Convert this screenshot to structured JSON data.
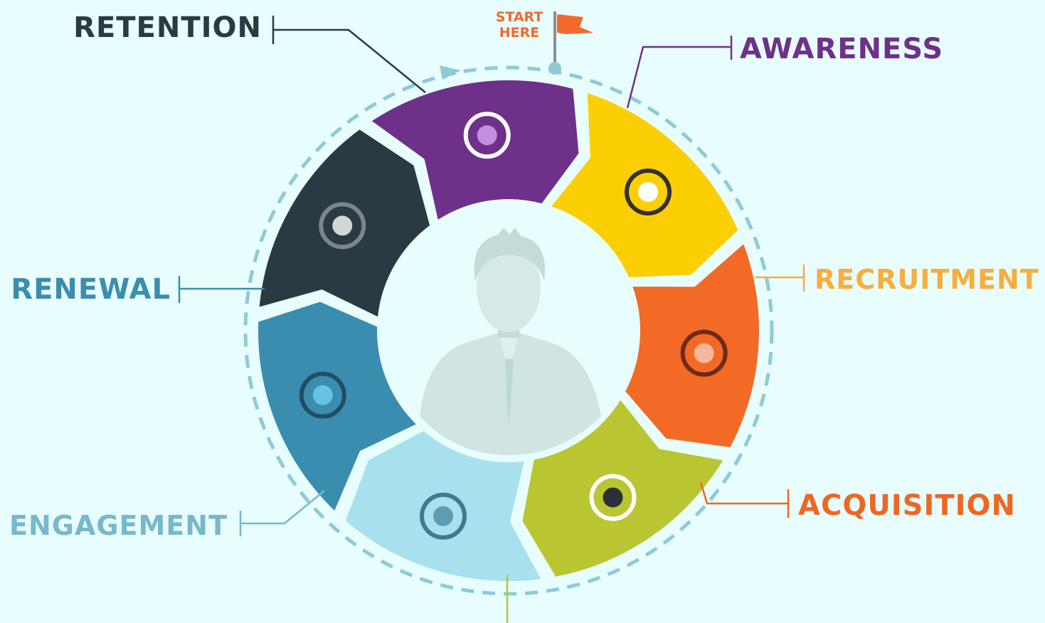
{
  "start": {
    "line1": "START",
    "line2": "HERE",
    "color": "#f26a2b"
  },
  "center_figure": {
    "icon": "businessman-avatar-icon",
    "color": "#cfe4e3"
  },
  "cycle_ring": {
    "color": "#8fcad8",
    "direction": "clockwise"
  },
  "stages": [
    {
      "label": "AWARENESS",
      "color": "#6e318a",
      "label_color": "#6e318a",
      "icon": "eye-icon",
      "icon_colors": {
        "primary": "#ffffff",
        "accent": "#c58fe0"
      }
    },
    {
      "label": "RECRUITMENT",
      "color": "#fccf04",
      "label_color": "#f8ad3e",
      "icon": "magnifier-person-icon",
      "icon_colors": {
        "primary": "#34312a",
        "accent": "#ffffff"
      }
    },
    {
      "label": "ACQUISITION",
      "color": "#f26a26",
      "label_color": "#ee6722",
      "icon": "target-arrow-icon",
      "icon_colors": {
        "primary": "#6e2a18",
        "accent": "#f4b79c"
      }
    },
    {
      "label": "",
      "color": "#b9c632",
      "label_color": "#b9c632",
      "icon": "pointing-hand-icon",
      "icon_colors": {
        "primary": "#ffffff",
        "accent": "#2b3038"
      }
    },
    {
      "label": "ENGAGEMENT",
      "color": "#a8e0ee",
      "label_color": "#78b8cc",
      "icon": "handshake-icon",
      "icon_colors": {
        "primary": "#3f7b8e",
        "accent": "#5d9db1"
      }
    },
    {
      "label": "RENEWAL",
      "color": "#3b8db0",
      "label_color": "#3b8db0",
      "icon": "gear-cycle-icon",
      "icon_colors": {
        "primary": "#1f4f64",
        "accent": "#67c3e3"
      }
    },
    {
      "label": "RETENTION",
      "color": "#2a3a42",
      "label_color": "#2a3a42",
      "icon": "brain-head-icon",
      "icon_colors": {
        "primary": "#7c868a",
        "accent": "#d2d6d8"
      }
    }
  ]
}
